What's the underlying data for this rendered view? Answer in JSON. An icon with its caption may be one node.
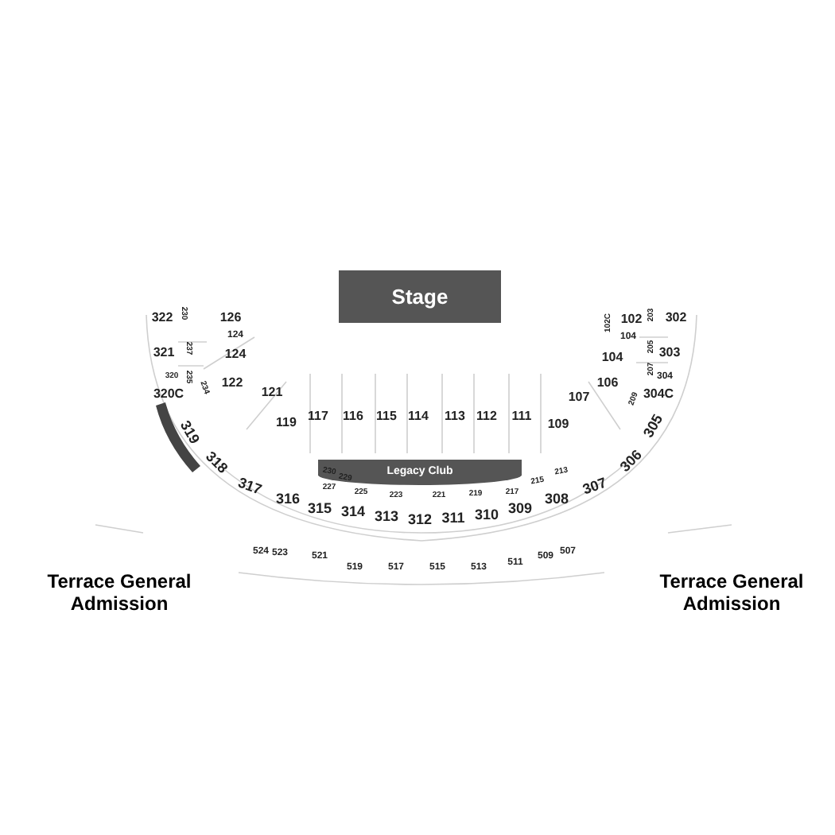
{
  "diagram": {
    "nodes": [
      {
        "text": [
          "Stage"
        ]
      },
      {
        "text": [
          "Legacy Club"
        ]
      }
    ],
    "edges": [],
    "labels": [
      "322",
      "230",
      "126",
      "124",
      "321",
      "237",
      "124",
      "320",
      "235",
      "320C",
      "234",
      "122",
      "121",
      "119",
      "117",
      "116",
      "115",
      "114",
      "113",
      "112",
      "111",
      "109",
      "107",
      "106",
      "104",
      "104",
      "102",
      "102C",
      "203",
      "302",
      "205",
      "303",
      "207",
      "304",
      "304C",
      "209",
      "319",
      "318",
      "317",
      "316",
      "315",
      "314",
      "313",
      "312",
      "311",
      "310",
      "309",
      "308",
      "307",
      "306",
      "305",
      "230",
      "229",
      "227",
      "225",
      "223",
      "221",
      "219",
      "217",
      "215",
      "213",
      "524",
      "523",
      "521",
      "519",
      "517",
      "515",
      "513",
      "511",
      "509",
      "507",
      "Terrace General Admission",
      "Terrace General Admission"
    ]
  }
}
